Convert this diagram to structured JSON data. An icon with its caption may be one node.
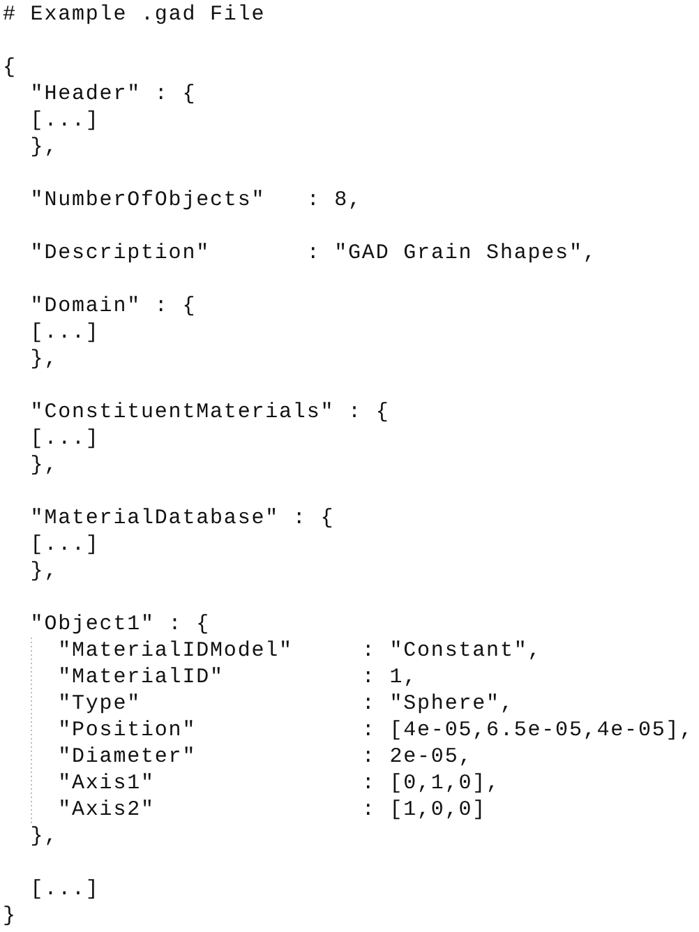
{
  "diagram": {
    "title": "# Example .gad File",
    "labels": [
      "{",
      "\"Header\" : {",
      "[...]",
      "},",
      "\"NumberOfObjects\"   : 8,",
      "\"Description\"       : \"GAD Grain Shapes\",",
      "\"Domain\" : {",
      "[...]",
      "},",
      "\"ConstituentMaterials\" : {",
      "[...]",
      "},",
      "\"MaterialDatabase\" : {",
      "[...]",
      "},",
      "\"Object1\" : {",
      "\"MaterialIDModel\"     : \"Constant\",",
      "\"MaterialID\"          : 1,",
      "\"Type\"                : \"Sphere\",",
      "\"Position\"            : [4e-05,6.5e-05,4e-05],",
      "\"Diameter\"            : 2e-05,",
      "\"Axis1\"               : [0,1,0],",
      "\"Axis2\"               : [1,0,0]",
      "},",
      "[...]",
      "}"
    ]
  }
}
